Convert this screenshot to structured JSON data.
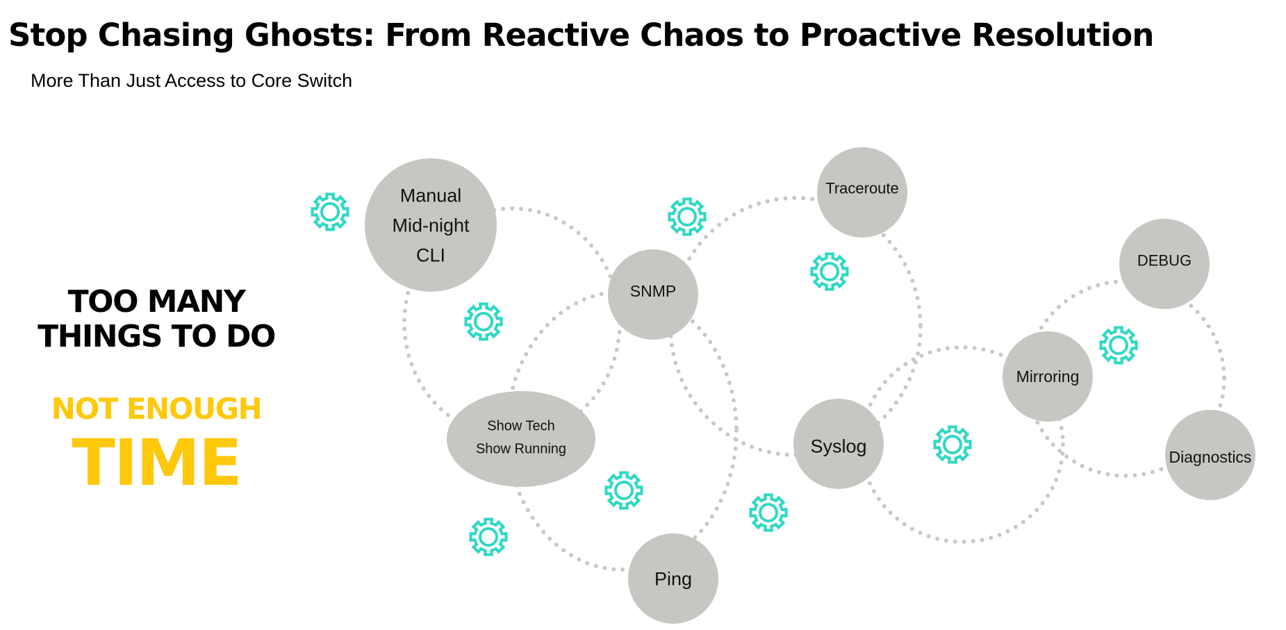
{
  "header": {
    "title": "Stop Chasing Ghosts: From Reactive Chaos to Proactive Resolution",
    "subtitle": "More Than Just Access to Core Switch"
  },
  "left_panel": {
    "line1": "TOO MANY",
    "line2": "THINGS TO DO",
    "line3": "NOT ENOUGH",
    "line4": "TIME",
    "accent_color": "#FFC80A"
  },
  "colors": {
    "node_fill": "#C6C6C2",
    "dots": "#C8C8C6",
    "gear": "#2ED8C3",
    "text": "#111111"
  },
  "diagram": {
    "nodes": [
      {
        "id": "manual",
        "lines": [
          "Manual",
          "Mid-night",
          "CLI"
        ]
      },
      {
        "id": "snmp",
        "lines": [
          "SNMP"
        ]
      },
      {
        "id": "traceroute",
        "lines": [
          "Traceroute"
        ]
      },
      {
        "id": "showtech",
        "lines": [
          "Show Tech",
          "Show Running"
        ]
      },
      {
        "id": "syslog",
        "lines": [
          "Syslog"
        ]
      },
      {
        "id": "ping",
        "lines": [
          "Ping"
        ]
      },
      {
        "id": "debug",
        "lines": [
          "DEBUG"
        ]
      },
      {
        "id": "mirroring",
        "lines": [
          "Mirroring"
        ]
      },
      {
        "id": "diagnostics",
        "lines": [
          "Diagnostics"
        ]
      }
    ],
    "gear_icon": "gear-icon",
    "gear_count": 9
  }
}
